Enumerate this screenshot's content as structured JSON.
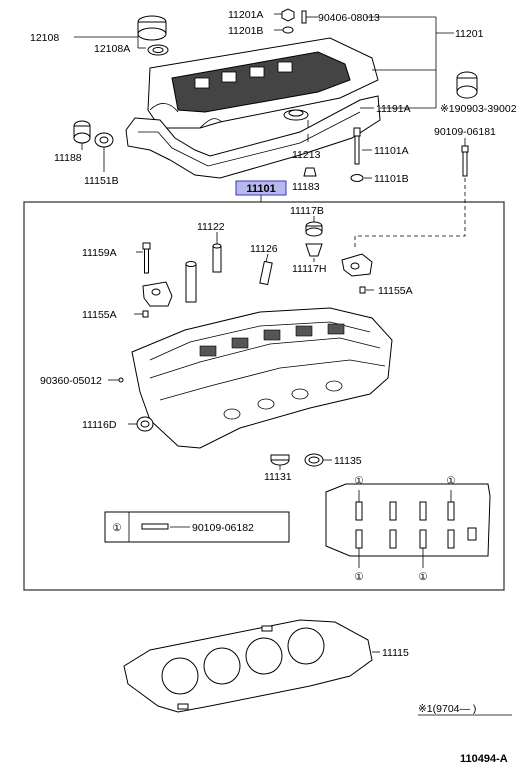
{
  "parts": {
    "p12108": "12108",
    "p12108A": "12108A",
    "p11201A": "11201A",
    "p11201B": "11201B",
    "p90406": "90406-08013",
    "p11201": "11201",
    "p190903": "※190903-39002",
    "p11191A": "11191A",
    "p90109_06181": "90109-06181",
    "p11188": "11188",
    "p11151B": "11151B",
    "p11213": "11213",
    "p11183": "11183",
    "p11101A": "11101A",
    "p11101B": "11101B",
    "p11101": "11101",
    "p11122": "11122",
    "p11117B": "11117B",
    "p11126": "11126",
    "p11117H": "11117H",
    "p11159A": "11159A",
    "p11155A_right": "11155A",
    "p11155A_left": "11155A",
    "p90360": "90360-05012",
    "p11116D": "11116D",
    "p11131": "11131",
    "p11135": "11135",
    "p11115": "11115"
  },
  "legend": {
    "symbol": "①",
    "part": "90109-06182"
  },
  "footnote": "※1(9704—    )",
  "diagram_id": "110494-A",
  "colors": {
    "highlight_fill": "#b8b8ee",
    "highlight_stroke": "#3a3ab0"
  }
}
